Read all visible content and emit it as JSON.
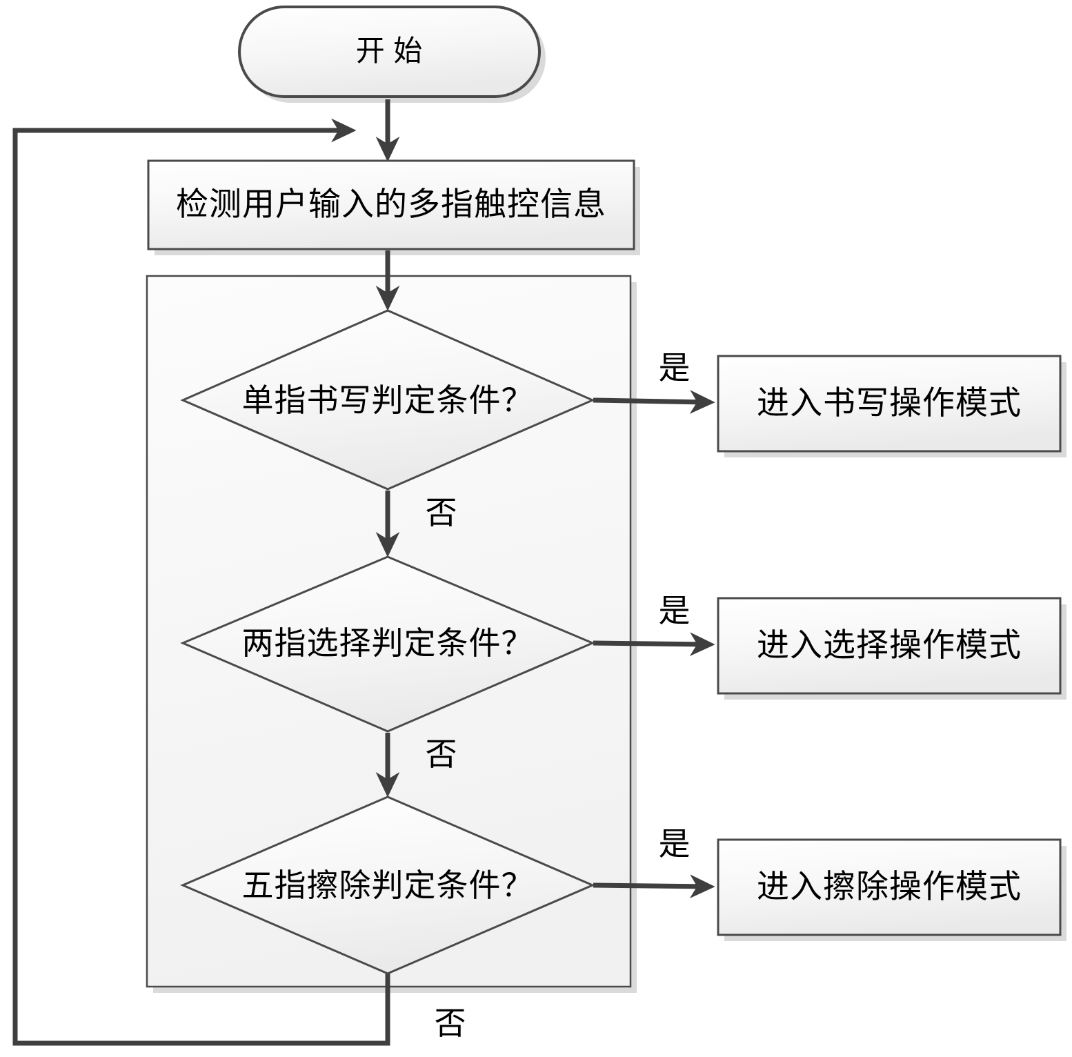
{
  "flowchart": {
    "start_label": "开 始",
    "detect_label": "检测用户输入的多指触控信息",
    "decisions": [
      {
        "question": "单指书写判定条件？",
        "yes": "是",
        "no": "否",
        "result": "进入书写操作模式"
      },
      {
        "question": "两指选择判定条件？",
        "yes": "是",
        "no": "否",
        "result": "进入选择操作模式"
      },
      {
        "question": "五指擦除判定条件？",
        "yes": "是",
        "no": "否",
        "result": "进入擦除操作模式"
      }
    ],
    "loop_no_label": "否",
    "colors": {
      "line": "#3f3f3f",
      "border": "#4a4a4a",
      "shape_fill_top": "#ffffff",
      "shape_fill_bottom": "#eaeaea",
      "shadow": "#dadada",
      "background": "#ffffff",
      "text": "#000000"
    }
  }
}
